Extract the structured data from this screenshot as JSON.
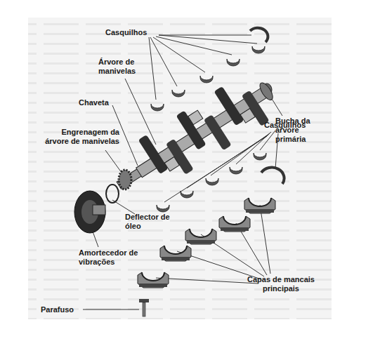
{
  "diagram": {
    "labels": [
      "Casquilhos",
      "Árvore de manivelas",
      "Bucha da árvore primária",
      "Chaveta",
      "Engrenagem da árvore de manivelas",
      "Casquilhos",
      "Deflector de óleo",
      "Amortecedor de vibrações",
      "Capas de mancais principais",
      "Parafuso"
    ]
  }
}
